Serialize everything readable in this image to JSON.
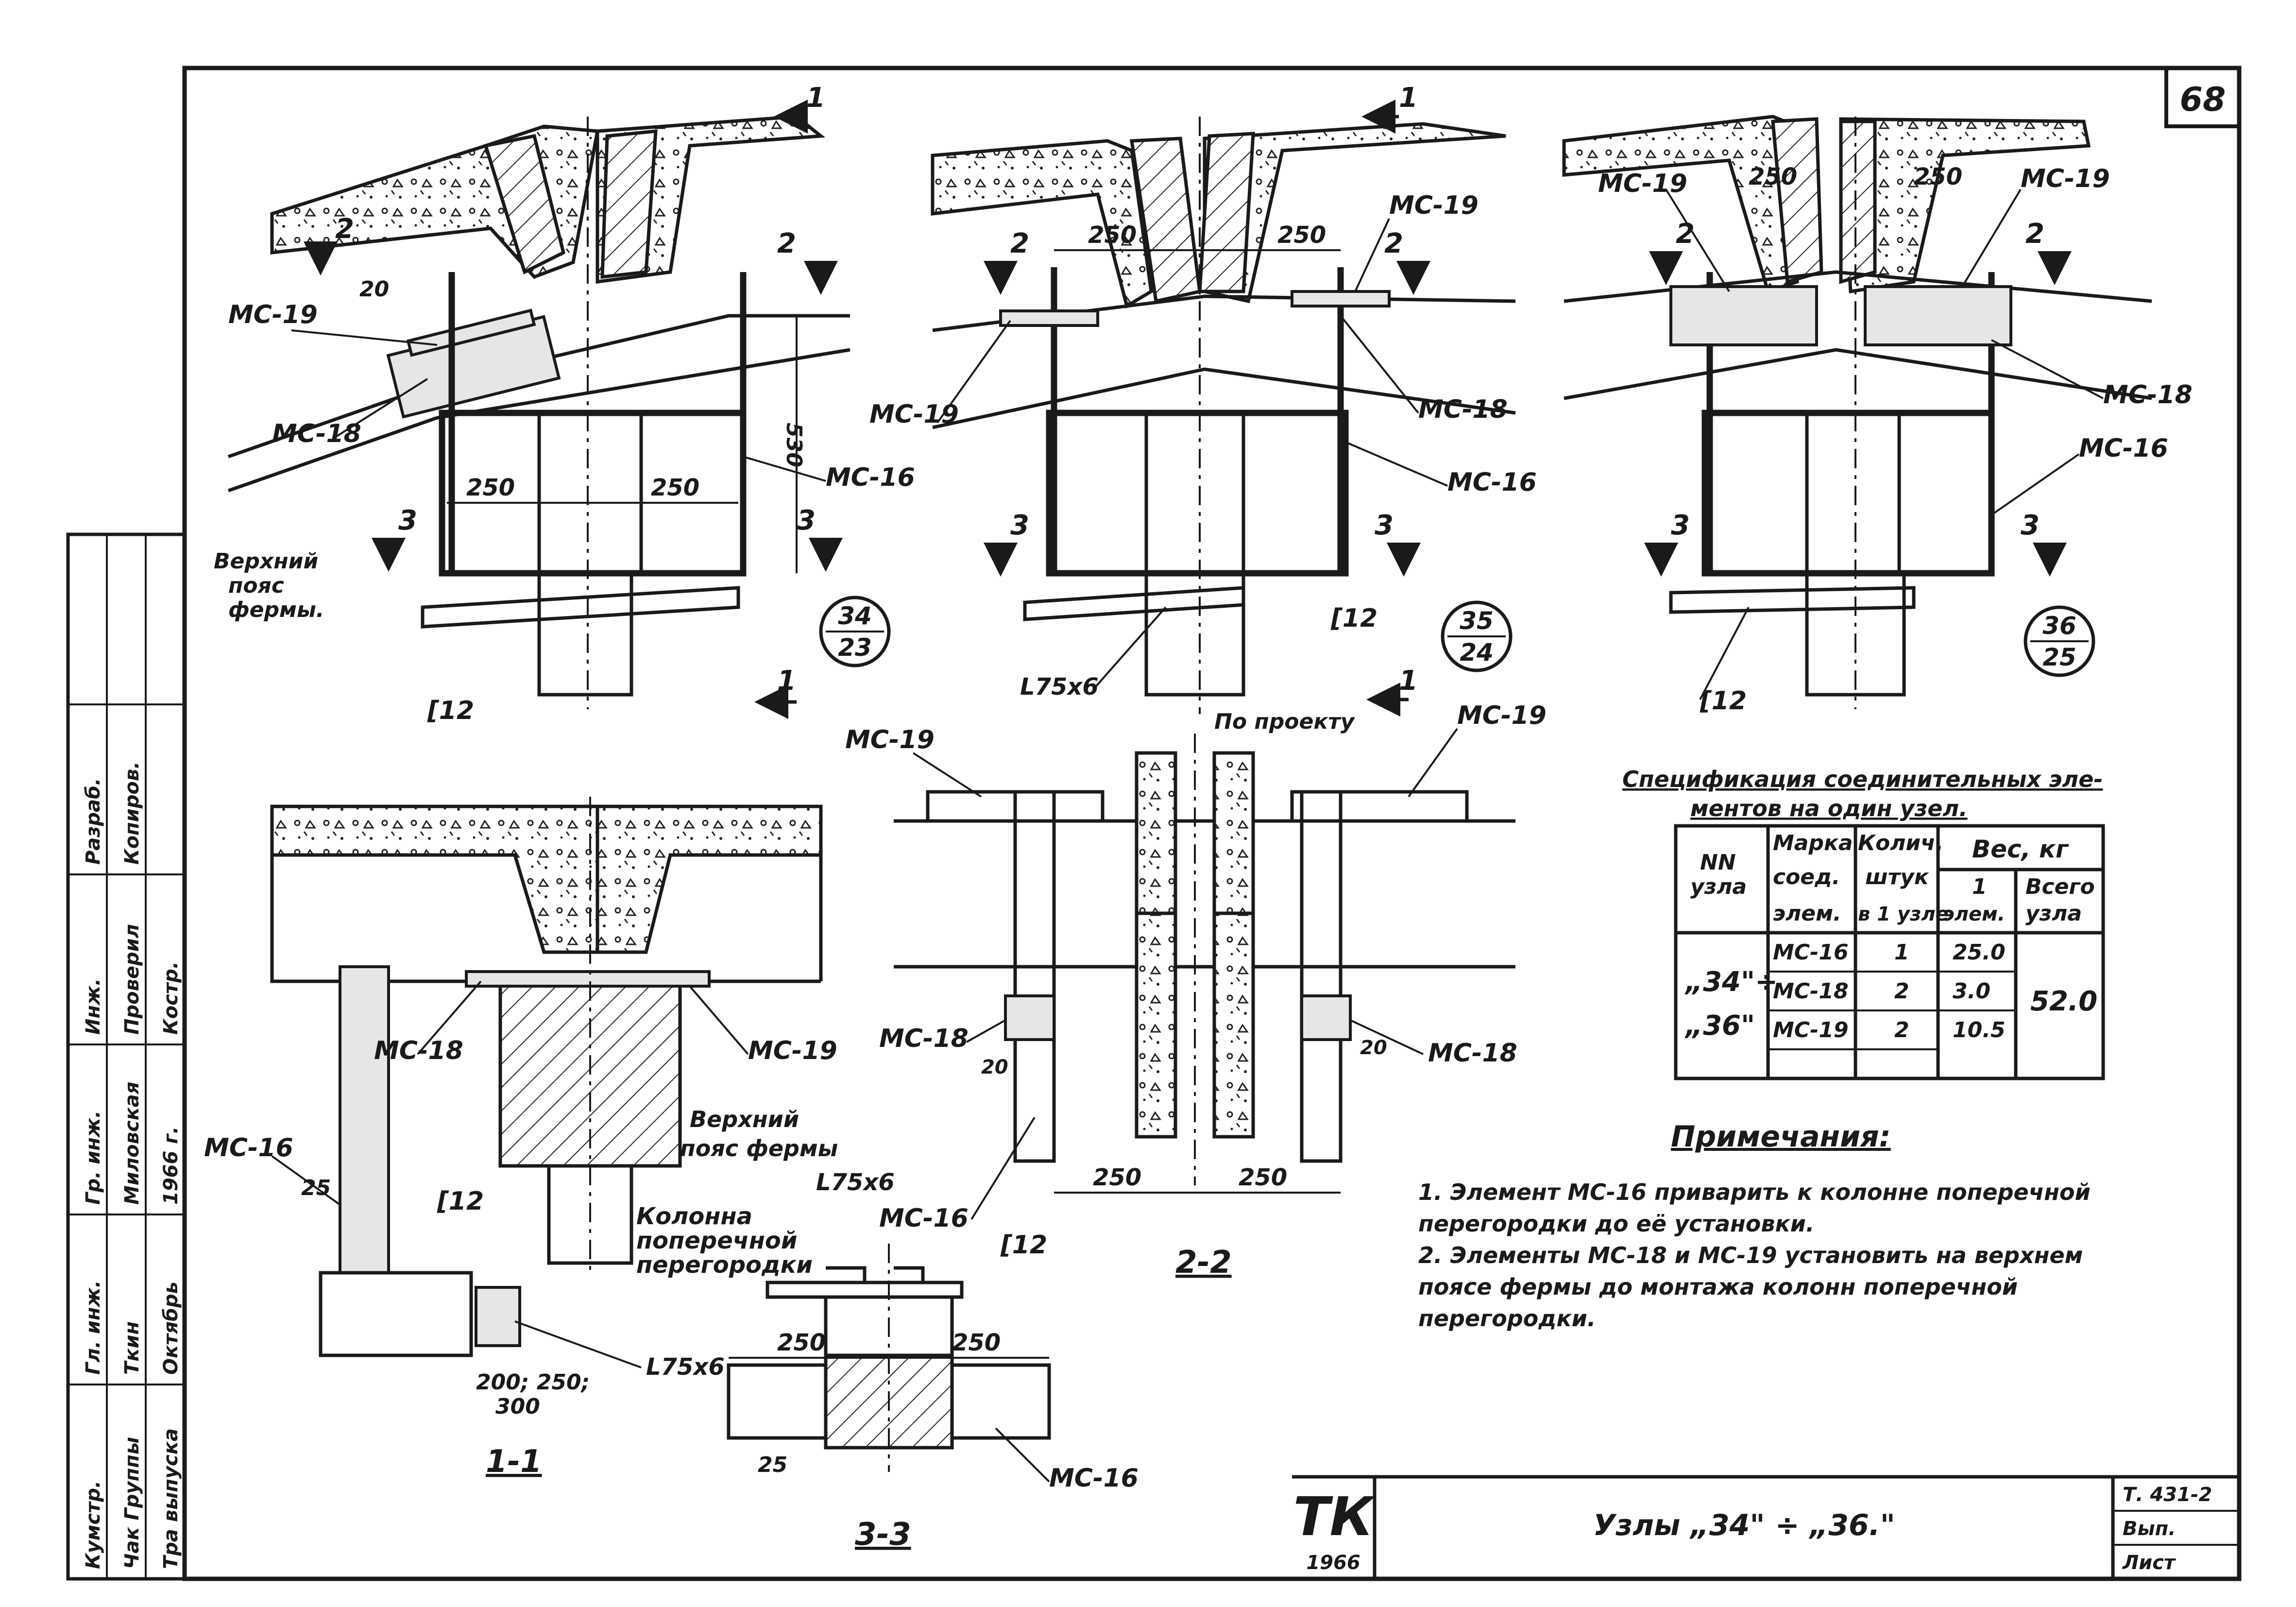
{
  "sheet": {
    "page_number": "68",
    "doc_code": "Т. 431-2",
    "issue_label": "Вып.",
    "sheet_label": "Лист",
    "logo": "ТК",
    "logo_year": "1966",
    "title": "Узлы „34\" ÷ „36.\""
  },
  "labels": {
    "mc16": "МС-16",
    "mc18": "МС-18",
    "mc19": "МС-19",
    "c12": "[12",
    "l75": "L75x6",
    "upper_chord_1": "Верхний",
    "upper_chord_2": "пояс",
    "upper_chord_3": "фермы.",
    "upper_chord_flat": "пояс фермы",
    "column_1": "Колонна",
    "column_2": "поперечной",
    "column_3": "перегородки",
    "by_project": "По проекту",
    "dim_250": "250",
    "dim_20": "20",
    "dim_25": "25",
    "dim_530": "530",
    "dim_200": "200; 250;",
    "dim_300": "300",
    "cut_1": "1",
    "cut_2": "2",
    "cut_3": "3"
  },
  "node_markers": [
    {
      "top": "34",
      "bottom": "23"
    },
    {
      "top": "35",
      "bottom": "24"
    },
    {
      "top": "36",
      "bottom": "25"
    }
  ],
  "sections": {
    "s11": "1-1",
    "s22": "2-2",
    "s33": "3-3"
  },
  "spec": {
    "title_1": "Спецификация соединительных эле-",
    "title_2": "ментов на один узел.",
    "headers": {
      "node_1": "NN",
      "node_2": "узла",
      "mark_1": "Марка",
      "mark_2": "соед.",
      "mark_3": "элем.",
      "qty_1": "Колич.",
      "qty_2": "штук",
      "qty_3": "в 1 узле",
      "weight": "Вес, кг",
      "one_1": "1",
      "one_2": "элем.",
      "total_1": "Всего",
      "total_2": "узла"
    },
    "node_cell_1": "„34\"÷",
    "node_cell_2": "„36\"",
    "rows": [
      {
        "mark": "МС-16",
        "qty": "1",
        "weight": "25.0"
      },
      {
        "mark": "МС-18",
        "qty": "2",
        "weight": "3.0"
      },
      {
        "mark": "МС-19",
        "qty": "2",
        "weight": "10.5"
      }
    ],
    "total": "52.0"
  },
  "notes": {
    "title": "Примечания:",
    "lines": [
      "1. Элемент МС-16 приварить к колонне поперечной",
      "   перегородки до её установки.",
      "2. Элементы МС-18 и МС-19 установить на верхнем",
      "   поясе фермы до монтажа колонн поперечной",
      "   перегородки."
    ]
  },
  "stamp": {
    "cells": [
      "Кумстр.",
      "Гл. инж.",
      "Гр. инж.",
      "Инж.",
      "Разраб.",
      "Проверил",
      "Копиров.",
      "Чак Группы",
      "Ткин",
      "Октябрь",
      "1966 г.",
      "Миловская",
      "Костр.",
      "Тра выпуска"
    ]
  }
}
